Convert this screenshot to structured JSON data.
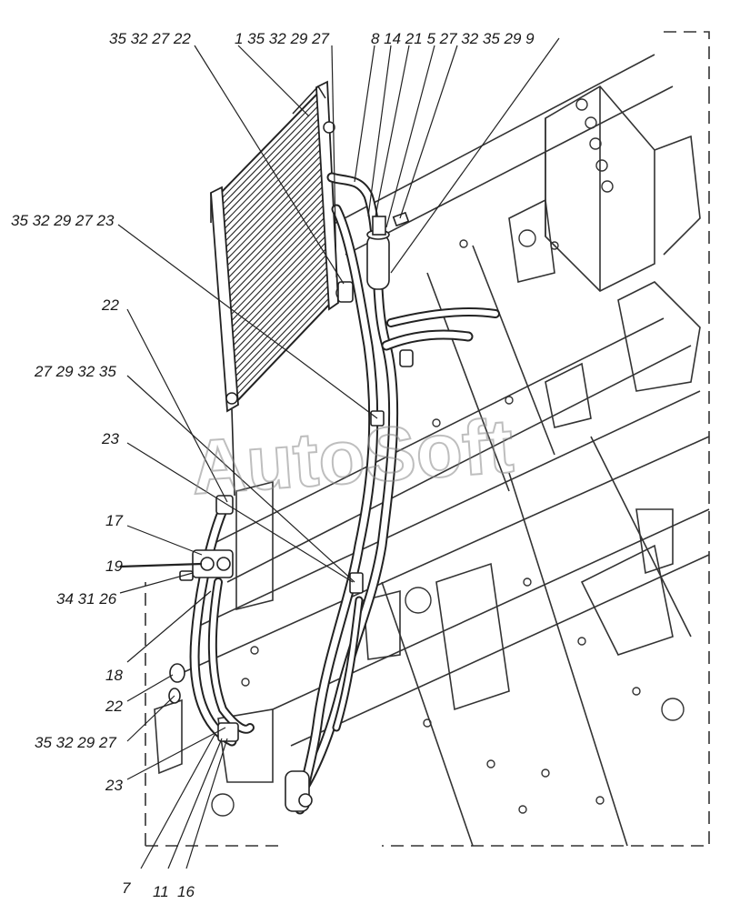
{
  "watermark": "AutoSoft",
  "callouts": [
    {
      "id": "c1",
      "text": "35 32 27 22"
    },
    {
      "id": "c2",
      "text": "1 35 32 29 27"
    },
    {
      "id": "c3",
      "text": "8 14 21 5 27 32 35 29 9"
    },
    {
      "id": "c4",
      "text": "35 32 29 27 23"
    },
    {
      "id": "c5",
      "text": "22"
    },
    {
      "id": "c6",
      "text": "27 29 32 35"
    },
    {
      "id": "c7",
      "text": "23"
    },
    {
      "id": "c8",
      "text": "17"
    },
    {
      "id": "c9",
      "text": "19"
    },
    {
      "id": "c10",
      "text": "34 31 26"
    },
    {
      "id": "c11",
      "text": "18"
    },
    {
      "id": "c12",
      "text": "22"
    },
    {
      "id": "c13",
      "text": "35 32 29 27"
    },
    {
      "id": "c14",
      "text": "23"
    },
    {
      "id": "c15",
      "text": "7"
    },
    {
      "id": "c16",
      "text": "11"
    },
    {
      "id": "c17",
      "text": "16"
    }
  ]
}
